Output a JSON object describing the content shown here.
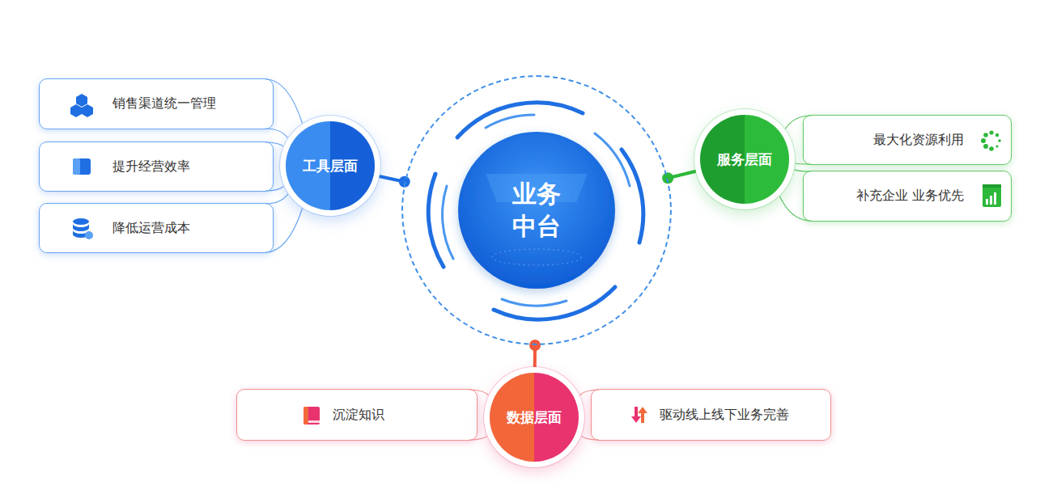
{
  "diagram": {
    "nodes": [
      {
        "text": [
          "业务 中台"
        ]
      },
      {
        "text": [
          "工具层面"
        ]
      },
      {
        "text": [
          "销售渠道统一管理"
        ]
      },
      {
        "text": [
          "提升经营效率"
        ]
      },
      {
        "text": [
          "降低运营成本"
        ]
      },
      {
        "text": [
          "服务层面"
        ]
      },
      {
        "text": [
          "最大化资源利用"
        ]
      },
      {
        "text": [
          "补充企业 业务优先"
        ]
      },
      {
        "text": [
          "数据层面"
        ]
      },
      {
        "text": [
          "沉淀知识"
        ]
      },
      {
        "text": [
          "驱动线上线下业务完善"
        ]
      }
    ],
    "edges": [
      {
        "from": 1,
        "to": 0,
        "arrow": "none"
      },
      {
        "from": 5,
        "to": 0,
        "arrow": "none"
      },
      {
        "from": 8,
        "to": 0,
        "arrow": "none"
      },
      {
        "from": 2,
        "to": 1,
        "arrow": "none"
      },
      {
        "from": 3,
        "to": 1,
        "arrow": "none"
      },
      {
        "from": 4,
        "to": 1,
        "arrow": "none"
      },
      {
        "from": 6,
        "to": 5,
        "arrow": "none"
      },
      {
        "from": 7,
        "to": 5,
        "arrow": "none"
      },
      {
        "from": 9,
        "to": 8,
        "arrow": "none"
      },
      {
        "from": 10,
        "to": 8,
        "arrow": "none"
      }
    ]
  }
}
